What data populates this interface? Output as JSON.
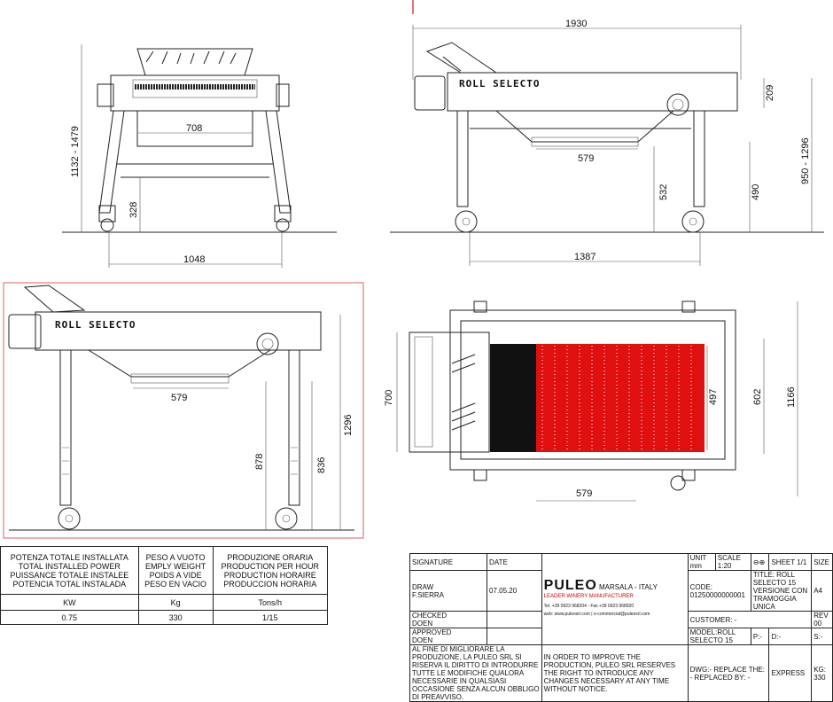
{
  "colors": {
    "line": "#222222",
    "roller_red": "#e01010",
    "frame_red": "#e06060",
    "dim_line": "#333333"
  },
  "brand_label": "ROLL SELECTO",
  "dimensions": {
    "front_width_top": "708",
    "front_base": "1048",
    "front_height": "1132 - 1479",
    "front_leg": "328",
    "side_length": "1930",
    "side_hopper": "579",
    "side_base": "1387",
    "side_h1": "209",
    "side_h2": "950 - 1296",
    "side_h3": "490",
    "side_h4": "532",
    "side2_hopper": "579",
    "side2_h1": "878",
    "side2_h2": "836",
    "side2_h3": "1296",
    "top_width": "700",
    "top_inner": "497",
    "top_h2": "602",
    "top_total": "1166",
    "top_roller": "579"
  },
  "spec_table": {
    "col1": [
      "POTENZA TOTALE INSTALLATA",
      "TOTAL INSTALLED POWER",
      "PUISSANCE TOTALE INSTALEE",
      "POTENCIA TOTAL INSTALADA"
    ],
    "col2": [
      "PESO A VUOTO",
      "EMPLY WEIGHT",
      "POIDS A VIDE",
      "PESO EN VACIO"
    ],
    "col3": [
      "PRODUZIONE ORARIA",
      "PRODUCTION PER HOUR",
      "PRODUCTION HORAIRE",
      "PRODUCCION HORARIA"
    ],
    "units": [
      "KW",
      "Kg",
      "Tons/h"
    ],
    "values": [
      "0.75",
      "330",
      "1/15"
    ]
  },
  "title_block": {
    "signature": "SIGNATURE",
    "date": "DATE",
    "drawn": "DRAW",
    "drawn_by": "F.SIERRA",
    "drawn_date": "07.05.20",
    "checked": "CHECKED",
    "doen": "DOEN",
    "approved": "APPROVED",
    "doen2": "DOEN",
    "logo": "PULEO",
    "city": "MARSALA - ITALY",
    "tagline": "LEADER WINERY MANUFACTURER",
    "tel": "Tel. +39 0923 968204 - Fax +39 0923 968920",
    "web": "web: www.puleosrl.com | e-commercial@puleosrl.com",
    "notice_en": "IN ORDER TO IMPROVE THE PRODUCTION, PULEO SRL RESERVES THE RIGHT TO INTRODUCE ANY CHANGES NECESSARY AT ANY TIME WITHOUT NOTICE.",
    "notice_it": "AL FINE DI MIGLIORARE LA PRODUZIONE, LA PULEO SRL SI RISERVA IL DIRITTO DI INTRODURRE TUTTE LE MODIFICHE QUALORA NECESSARIE IN QUALSIASI OCCASIONE SENZA ALCUN OBBLIGO DI PREAVVISO.",
    "unit": "UNIT mm",
    "scale": "SCALE 1:20",
    "sheet": "SHEET 1/1",
    "size_label": "SIZE",
    "size": "A4",
    "code_label": "CODE:",
    "code": "01250000000001",
    "title_label": "TITLE:",
    "title1": "ROLL SELECTO 15",
    "title2": "VERSIONE CON TRAMOGGIA UNICA",
    "customer": "CUSTOMER: -",
    "rev_label": "REV",
    "rev": "00",
    "model": "MODEL:ROLL SELECTO 15",
    "p": "P:-",
    "d": "D:-",
    "s": "S:-",
    "dwg": "DWG:-",
    "kg": "KG: 330",
    "replace_the": "REPLACE THE: -",
    "replaced_by": "REPLACED BY: -",
    "express": "EXPRESS"
  }
}
